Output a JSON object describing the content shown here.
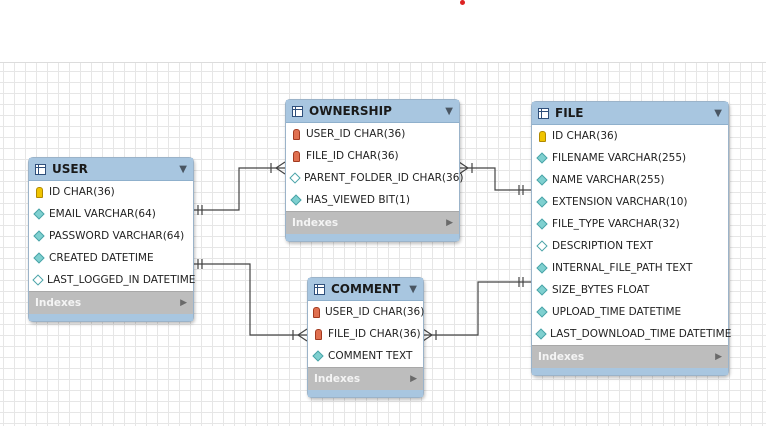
{
  "tables": {
    "user": {
      "name": "USER",
      "columns": [
        {
          "text": "ID CHAR(36)",
          "icon": "primary-key-icon"
        },
        {
          "text": "EMAIL VARCHAR(64)",
          "icon": "column-diamond-icon"
        },
        {
          "text": "PASSWORD VARCHAR(64)",
          "icon": "column-diamond-icon"
        },
        {
          "text": "CREATED DATETIME",
          "icon": "column-diamond-icon"
        },
        {
          "text": "LAST_LOGGED_IN DATETIME",
          "icon": "nullable-column-icon"
        }
      ],
      "indexes_label": "Indexes"
    },
    "ownership": {
      "name": "OWNERSHIP",
      "columns": [
        {
          "text": "USER_ID CHAR(36)",
          "icon": "foreign-key-icon"
        },
        {
          "text": "FILE_ID CHAR(36)",
          "icon": "foreign-key-icon"
        },
        {
          "text": "PARENT_FOLDER_ID CHAR(36)",
          "icon": "nullable-column-icon"
        },
        {
          "text": "HAS_VIEWED BIT(1)",
          "icon": "column-diamond-icon"
        }
      ],
      "indexes_label": "Indexes"
    },
    "comment": {
      "name": "COMMENT",
      "columns": [
        {
          "text": "USER_ID CHAR(36)",
          "icon": "foreign-key-icon"
        },
        {
          "text": "FILE_ID CHAR(36)",
          "icon": "foreign-key-icon"
        },
        {
          "text": "COMMENT TEXT",
          "icon": "column-diamond-icon"
        }
      ],
      "indexes_label": "Indexes"
    },
    "file": {
      "name": "FILE",
      "columns": [
        {
          "text": "ID CHAR(36)",
          "icon": "primary-key-icon"
        },
        {
          "text": "FILENAME VARCHAR(255)",
          "icon": "column-diamond-icon"
        },
        {
          "text": "NAME VARCHAR(255)",
          "icon": "column-diamond-icon"
        },
        {
          "text": "EXTENSION VARCHAR(10)",
          "icon": "column-diamond-icon"
        },
        {
          "text": "FILE_TYPE VARCHAR(32)",
          "icon": "column-diamond-icon"
        },
        {
          "text": "DESCRIPTION TEXT",
          "icon": "nullable-column-icon"
        },
        {
          "text": "INTERNAL_FILE_PATH TEXT",
          "icon": "column-diamond-icon"
        },
        {
          "text": "SIZE_BYTES FLOAT",
          "icon": "column-diamond-icon"
        },
        {
          "text": "UPLOAD_TIME DATETIME",
          "icon": "column-diamond-icon"
        },
        {
          "text": "LAST_DOWNLOAD_TIME DATETIME",
          "icon": "column-diamond-icon"
        }
      ],
      "indexes_label": "Indexes"
    }
  },
  "relationships": [
    {
      "from": "USER",
      "to": "OWNERSHIP",
      "from_end": "one-and-only-one",
      "to_end": "zero-or-many"
    },
    {
      "from": "FILE",
      "to": "OWNERSHIP",
      "from_end": "one-and-only-one",
      "to_end": "one-or-many"
    },
    {
      "from": "USER",
      "to": "COMMENT",
      "from_end": "one-and-only-one",
      "to_end": "zero-or-many"
    },
    {
      "from": "FILE",
      "to": "COMMENT",
      "from_end": "one-and-only-one",
      "to_end": "one-or-many"
    }
  ],
  "colors": {
    "header": "#a8c6e0",
    "indexes_bar": "#bdbdbd",
    "primary_key": "#f0c400",
    "foreign_key": "#e07050",
    "column_diamond": "#7fd0d0",
    "grid": "#e6e6e6",
    "connector": "#444444"
  }
}
